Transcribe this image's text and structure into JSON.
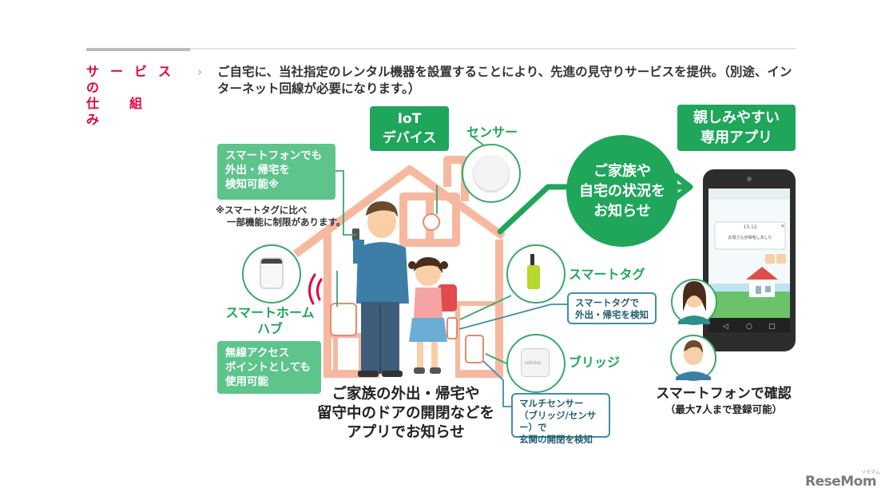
{
  "header": {
    "section_label_line1": "サービスの",
    "section_label_line2": "仕組み",
    "arrow": "›",
    "description": "ご自宅に、当社指定のレンタル機器を設置することにより、先進の見守りサービスを提供。（別途、インターネット回線が必要になります。）"
  },
  "iot_device": {
    "line1": "IoT",
    "line2": "デバイス"
  },
  "sensor_label": "センサー",
  "smartphone_box": {
    "line1": "スマートフォンでも",
    "line2": "外出・帰宅を",
    "line3": "検知可能※"
  },
  "smartphone_note": {
    "line1": "※スマートタグに比べ",
    "line2": "一部機能に制限があります。"
  },
  "smart_home_hub": {
    "line1": "スマートホーム",
    "line2": "ハブ"
  },
  "wireless_box": {
    "line1": "無線アクセス",
    "line2": "ポイントとしても",
    "line3": "使用可能"
  },
  "smart_tag_label": "スマートタグ",
  "smart_tag_box": {
    "line1": "スマートタグで",
    "line2": "外出・帰宅を検知"
  },
  "bridge_label": "ブリッジ",
  "multi_sensor_box": {
    "line1": "マルチセンサー",
    "line2": "（ブリッジ/センサー）で",
    "line3": "玄関の開閉を検知"
  },
  "family_notify": {
    "line1": "ご家族の外出・帰宅や",
    "line2": "留守中のドアの開閉などを",
    "line3": "アプリでお知らせ"
  },
  "notify_circle": {
    "line1": "ご家族や",
    "line2": "自宅の状況を",
    "line3": "お知らせ"
  },
  "app_box": {
    "line1": "親しみやすい",
    "line2": "専用アプリ"
  },
  "phone_screen": {
    "time": "13:12",
    "message": "お母さんが帰宅しました",
    "close": "×"
  },
  "confirm": {
    "line1": "スマートフォンで確認",
    "line2": "（最大7人まで登録可能）"
  },
  "bridge_device_text": "sotoka",
  "watermark": "ReseMom",
  "watermark_small": "リセマム",
  "colors": {
    "accent_red": "#e4003a",
    "green": "#1fa65b",
    "light_green": "#5dc48c",
    "house": "#f6b9a0",
    "teal": "#3e8fa8"
  }
}
